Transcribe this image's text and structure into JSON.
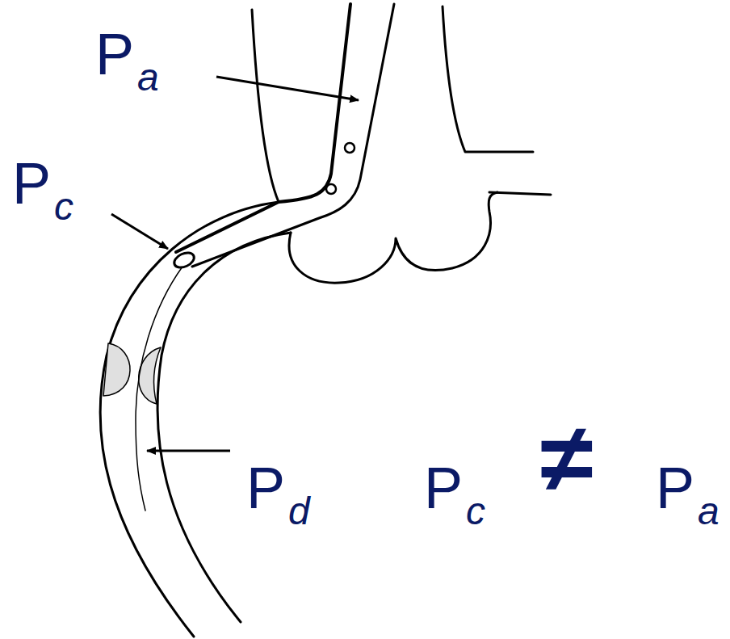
{
  "diagram": {
    "labels": [
      "Pa",
      "Pc",
      "Pd",
      "Pc",
      "≠",
      "Pa"
    ]
  }
}
